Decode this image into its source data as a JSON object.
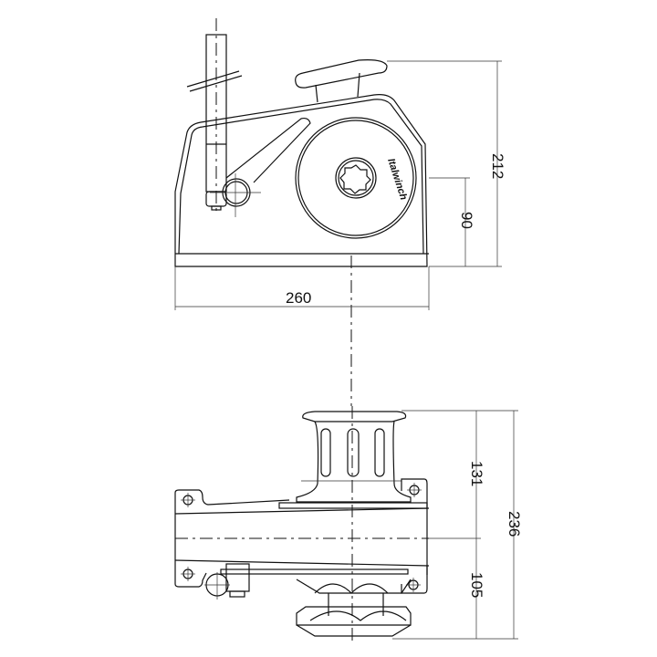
{
  "drawing": {
    "logo_text": "Italwinch",
    "line_color": "#111111",
    "dimensions": {
      "side_view": {
        "overall_height": "212",
        "drum_axis_height": "90",
        "width": "260"
      },
      "top_view": {
        "upper_height": "131",
        "overall_height": "236",
        "lower_height": "105"
      }
    }
  }
}
